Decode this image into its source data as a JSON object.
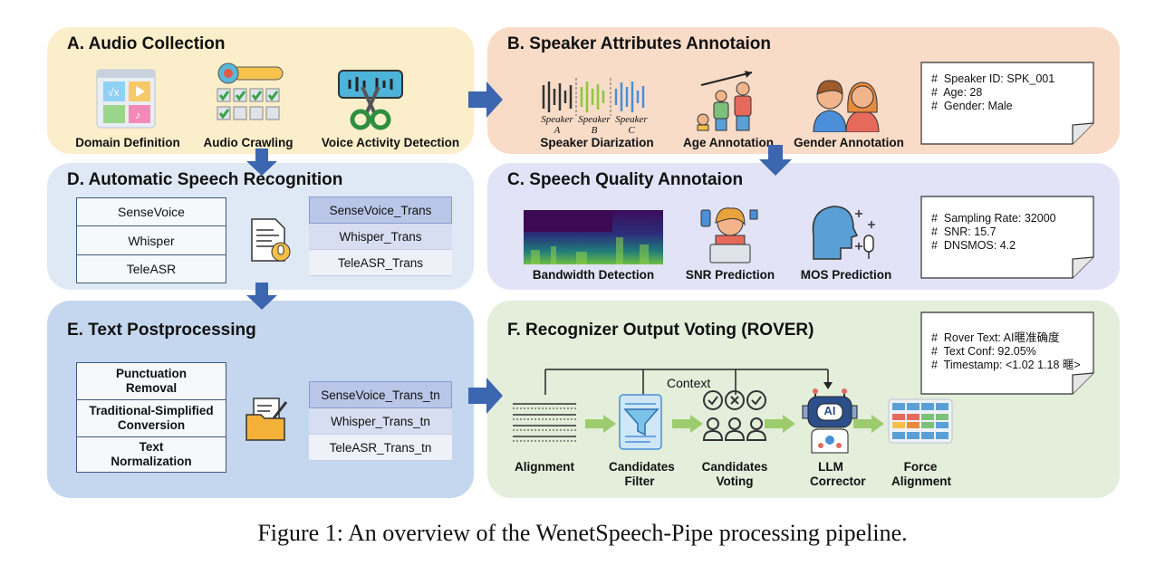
{
  "panels": {
    "a": {
      "title": "A. Audio Collection",
      "labels": [
        "Domain Definition",
        "Audio Crawling",
        "Voice Activity Detection"
      ]
    },
    "b": {
      "title": "B. Speaker Attributes Annotaion",
      "labels": [
        "Speaker Diarization",
        "Age Annotation",
        "Gender Annotation"
      ],
      "speakers": [
        "Speaker A",
        "Speaker B",
        "Speaker C"
      ],
      "note": [
        "Speaker ID: SPK_001",
        "Age: 28",
        "Gender: Male"
      ]
    },
    "c": {
      "title": "C. Speech Quality Annotaion",
      "labels": [
        "Bandwidth Detection",
        "SNR Prediction",
        "MOS Prediction"
      ],
      "note": [
        "Sampling Rate: 32000",
        "SNR: 15.7",
        "DNSMOS: 4.2"
      ]
    },
    "d": {
      "title": "D. Automatic Speech Recognition",
      "models": [
        "SenseVoice",
        "Whisper",
        "TeleASR"
      ],
      "trans": [
        "SenseVoice_Trans",
        "Whisper_Trans",
        "TeleASR_Trans"
      ]
    },
    "e": {
      "title": "E. Text Postprocessing",
      "steps": [
        "Punctuation Removal",
        "Traditional-Simplified Conversion",
        "Text Normalization"
      ],
      "trans": [
        "SenseVoice_Trans_tn",
        "Whisper_Trans_tn",
        "TeleASR_Trans_tn"
      ]
    },
    "f": {
      "title": "F. Recognizer Output Voting (ROVER)",
      "context": "Context",
      "ai_label": "AI",
      "labels": [
        "Alignment",
        "Candidates Filter",
        "Candidates Voting",
        "LLM Corrector",
        "Force Alignment"
      ],
      "note": [
        "Rover Text: AI暱准确度",
        "Text Conf: 92.05%",
        "Timestamp: <1.02 1.18 暱>"
      ]
    }
  },
  "caption": "Figure 1: An overview of the WenetSpeech-Pipe processing pipeline.",
  "colors": {
    "a": "#fbeecb",
    "b": "#f8dcc8",
    "c": "#e2e3f6",
    "d": "#dfe8f5",
    "e": "#c4d7ee",
    "f": "#e3eedb",
    "arrow": "#3d66b0"
  }
}
